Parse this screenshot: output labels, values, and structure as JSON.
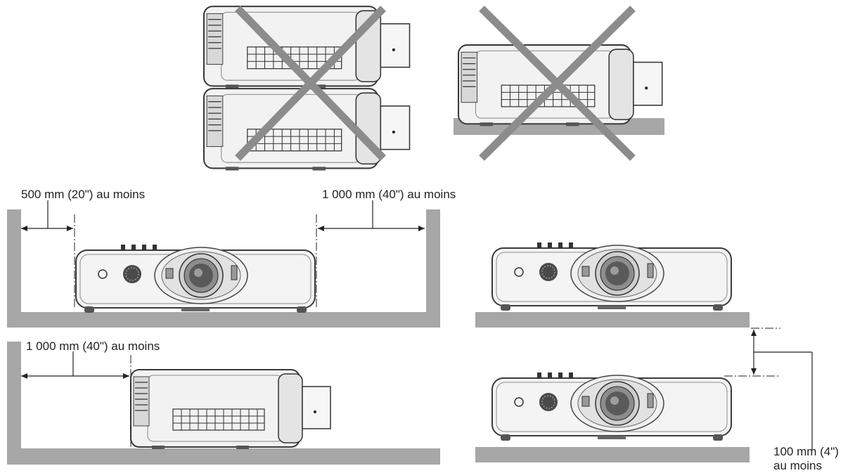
{
  "labels": {
    "front_left_clearance": "500 mm (20\") au moins",
    "front_right_clearance": "1 000 mm (40\") au moins",
    "side_rear_clearance": "1 000 mm (40\") au moins",
    "stack_gap_line1": "100 mm (4\")",
    "stack_gap_line2": "au moins"
  },
  "colors": {
    "wall": "#a7a7a7",
    "cross": "#8c8c8c",
    "projector_body": "#f4f4f4",
    "projector_outline": "#3a3a3a",
    "line": "#222222"
  },
  "icons": {
    "prohibited_stacking": "cross-mark-icon",
    "prohibited_tilted": "cross-mark-icon"
  }
}
